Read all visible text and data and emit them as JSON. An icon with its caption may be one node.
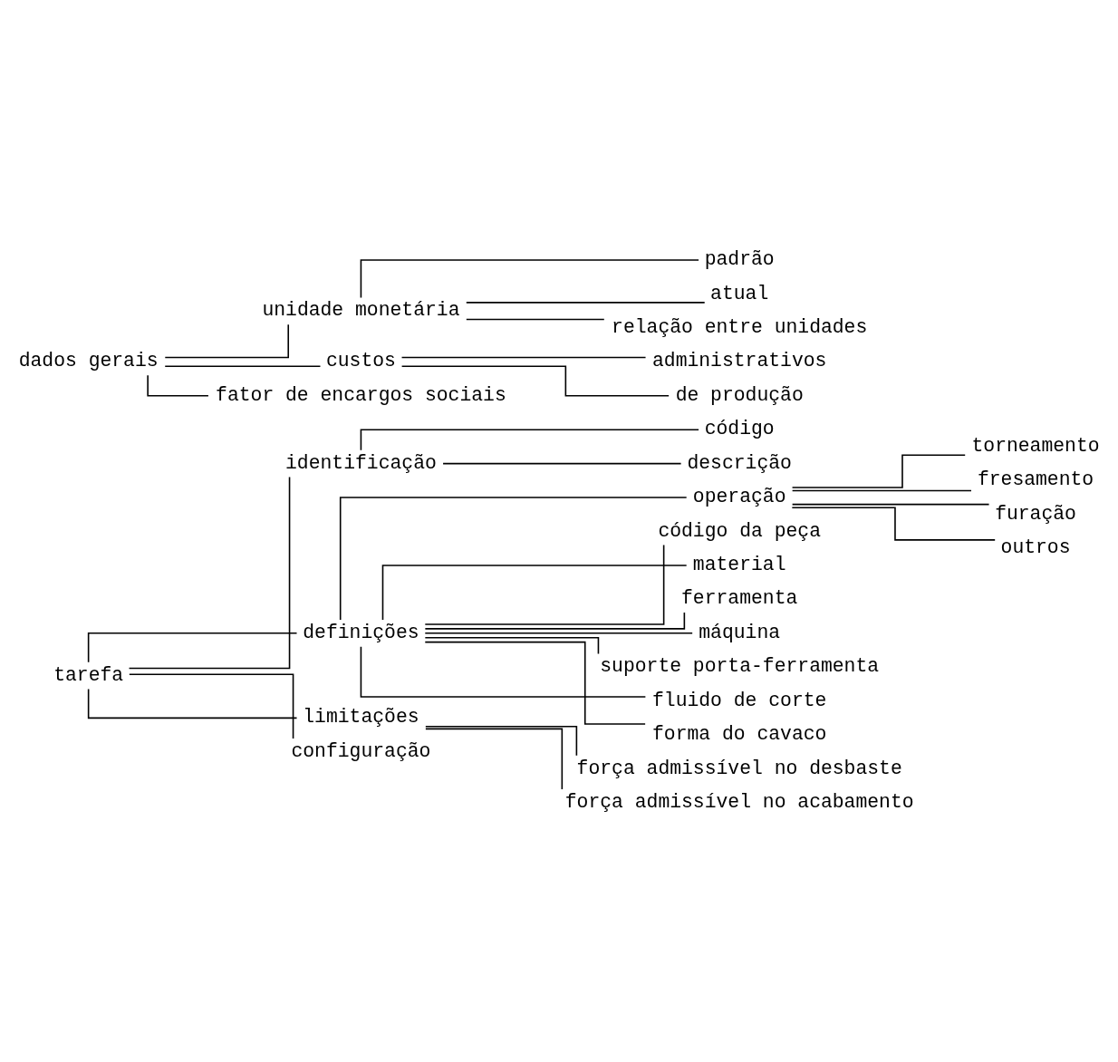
{
  "diagram": {
    "nodes": [
      {
        "text": [
          "tarefa"
        ]
      },
      {
        "text": [
          "identificação"
        ]
      },
      {
        "text": [
          "código"
        ]
      },
      {
        "text": [
          "descrição"
        ]
      },
      {
        "text": [
          "definições"
        ]
      },
      {
        "text": [
          "operação"
        ]
      },
      {
        "text": [
          "torneamento"
        ]
      },
      {
        "text": [
          "fresamento"
        ]
      },
      {
        "text": [
          "furação"
        ]
      },
      {
        "text": [
          "outros"
        ]
      },
      {
        "text": [
          "código da peça"
        ]
      },
      {
        "text": [
          "material"
        ]
      },
      {
        "text": [
          "ferramenta"
        ]
      },
      {
        "text": [
          "máquina"
        ]
      },
      {
        "text": [
          "suporte porta-ferramenta"
        ]
      },
      {
        "text": [
          "fluido de corte"
        ]
      },
      {
        "text": [
          "forma do cavaco"
        ]
      },
      {
        "text": [
          "limitações"
        ]
      },
      {
        "text": [
          "força admissível no desbaste"
        ]
      },
      {
        "text": [
          "força admissível no acabamento"
        ]
      },
      {
        "text": [
          "configuração"
        ]
      },
      {
        "text": [
          "dados gerais"
        ]
      },
      {
        "text": [
          "unidade monetária"
        ]
      },
      {
        "text": [
          "padrão"
        ]
      },
      {
        "text": [
          "atual"
        ]
      },
      {
        "text": [
          "relação entre unidades"
        ]
      },
      {
        "text": [
          "custos"
        ]
      },
      {
        "text": [
          "administrativos"
        ]
      },
      {
        "text": [
          "de produção"
        ]
      },
      {
        "text": [
          "fator de encargos sociais"
        ]
      }
    ],
    "edges": [
      {
        "from": 0,
        "to": 1,
        "arrow": "none"
      },
      {
        "from": 0,
        "to": 4,
        "arrow": "none"
      },
      {
        "from": 0,
        "to": 17,
        "arrow": "none"
      },
      {
        "from": 0,
        "to": 20,
        "arrow": "none"
      },
      {
        "from": 1,
        "to": 2,
        "arrow": "none"
      },
      {
        "from": 1,
        "to": 3,
        "arrow": "none"
      },
      {
        "from": 4,
        "to": 5,
        "arrow": "none"
      },
      {
        "from": 4,
        "to": 10,
        "arrow": "none"
      },
      {
        "from": 4,
        "to": 11,
        "arrow": "none"
      },
      {
        "from": 4,
        "to": 12,
        "arrow": "none"
      },
      {
        "from": 4,
        "to": 13,
        "arrow": "none"
      },
      {
        "from": 4,
        "to": 14,
        "arrow": "none"
      },
      {
        "from": 4,
        "to": 15,
        "arrow": "none"
      },
      {
        "from": 4,
        "to": 16,
        "arrow": "none"
      },
      {
        "from": 5,
        "to": 6,
        "arrow": "none"
      },
      {
        "from": 5,
        "to": 7,
        "arrow": "none"
      },
      {
        "from": 5,
        "to": 8,
        "arrow": "none"
      },
      {
        "from": 5,
        "to": 9,
        "arrow": "none"
      },
      {
        "from": 17,
        "to": 18,
        "arrow": "none"
      },
      {
        "from": 17,
        "to": 19,
        "arrow": "none"
      },
      {
        "from": 21,
        "to": 22,
        "arrow": "none"
      },
      {
        "from": 21,
        "to": 26,
        "arrow": "none"
      },
      {
        "from": 21,
        "to": 29,
        "arrow": "none"
      },
      {
        "from": 22,
        "to": 23,
        "arrow": "none"
      },
      {
        "from": 22,
        "to": 24,
        "arrow": "none"
      },
      {
        "from": 22,
        "to": 25,
        "arrow": "none"
      },
      {
        "from": 26,
        "to": 27,
        "arrow": "none"
      },
      {
        "from": 26,
        "to": 28,
        "arrow": "none"
      }
    ]
  }
}
